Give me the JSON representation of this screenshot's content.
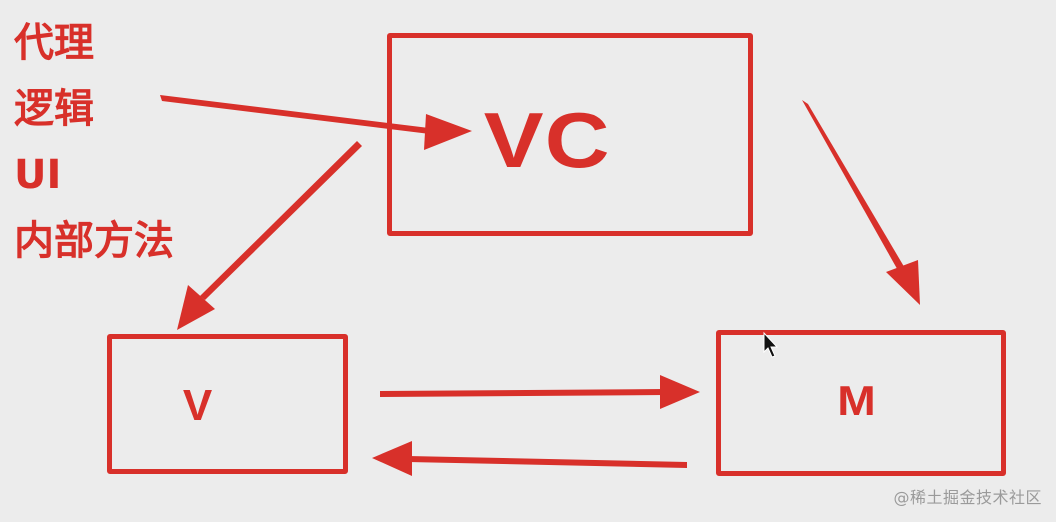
{
  "notes": [
    "代理",
    "逻辑",
    "UI",
    "内部方法"
  ],
  "boxes": {
    "vc": "VC",
    "v": "V",
    "m": "M"
  },
  "colors": {
    "accent": "#d8302a",
    "background": "#ececec",
    "watermark": "#9a9a9a"
  },
  "watermark": "@稀土掘金技术社区",
  "icons": {
    "cursor": "mouse-pointer-icon"
  }
}
